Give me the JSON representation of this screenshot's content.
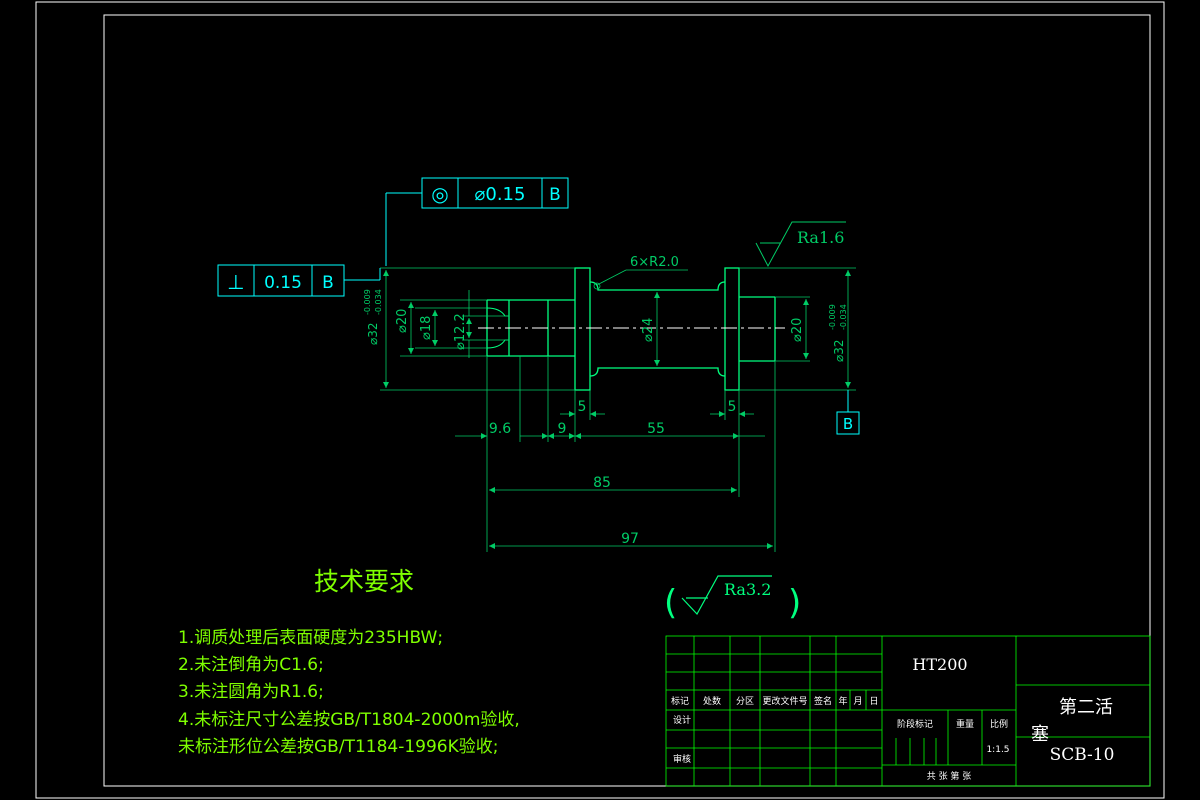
{
  "colors": {
    "background": "#000000",
    "border": "#ffffff",
    "drawing_lines": "#00ff7f",
    "dimensions": "#00cc66",
    "annotation": "#00ffff",
    "notes": "#7fff00",
    "title_block": "#00ff00",
    "title_block_text": "#ffffff"
  },
  "tolerance_frames": {
    "coaxiality": {
      "symbol": "◎",
      "value": "⌀0.15",
      "datum": "B"
    },
    "perpendicularity": {
      "symbol": "⊥",
      "value": "0.15",
      "datum": "B"
    }
  },
  "datum_label": "B",
  "roughness": {
    "main": "Ra1.6",
    "default": "Ra3.2",
    "open_paren": "(",
    "close_paren": ")"
  },
  "callouts": {
    "fillet": "6×R2.0"
  },
  "dimensions": {
    "left_outer": "⌀32",
    "left_outer_tol_upper": "-0.009",
    "left_outer_tol_lower": "-0.034",
    "d20_left": "⌀20",
    "d18": "⌀18",
    "d12_2": "⌀12.2",
    "d24": "⌀24",
    "d20_right": "⌀20",
    "right_outer": "⌀32",
    "right_outer_tol_upper": "-0.009",
    "right_outer_tol_lower": "-0.034",
    "w5_left": "5",
    "w5_right": "5",
    "len_9_6": "9.6",
    "len_9": "9",
    "len_55": "55",
    "len_85": "85",
    "len_97": "97"
  },
  "tech_requirements": {
    "title": "技术要求",
    "items": [
      "1.调质处理后表面硬度为235HBW;",
      "2.未注倒角为C1.6;",
      "3.未注圆角为R1.6;",
      "4.未标注尺寸公差按GB/T1804-2000m验收,",
      "未标注形位公差按GB/T1184-1996K验收;"
    ]
  },
  "title_block": {
    "material": "HT200",
    "part_name_line1": "第二活",
    "part_name_line2": "塞",
    "drawing_no": "SCB-10",
    "scale": "1:1.5",
    "rev_headers": [
      "标记",
      "处数",
      "分区",
      "更改文件号",
      "签名",
      "年",
      "月",
      "日"
    ],
    "design_label": "设计",
    "review_label": "审核",
    "stage_label": "阶段标记",
    "weight_label": "重量",
    "scale_label": "比例",
    "sheets_label": "共    张  第    张"
  }
}
